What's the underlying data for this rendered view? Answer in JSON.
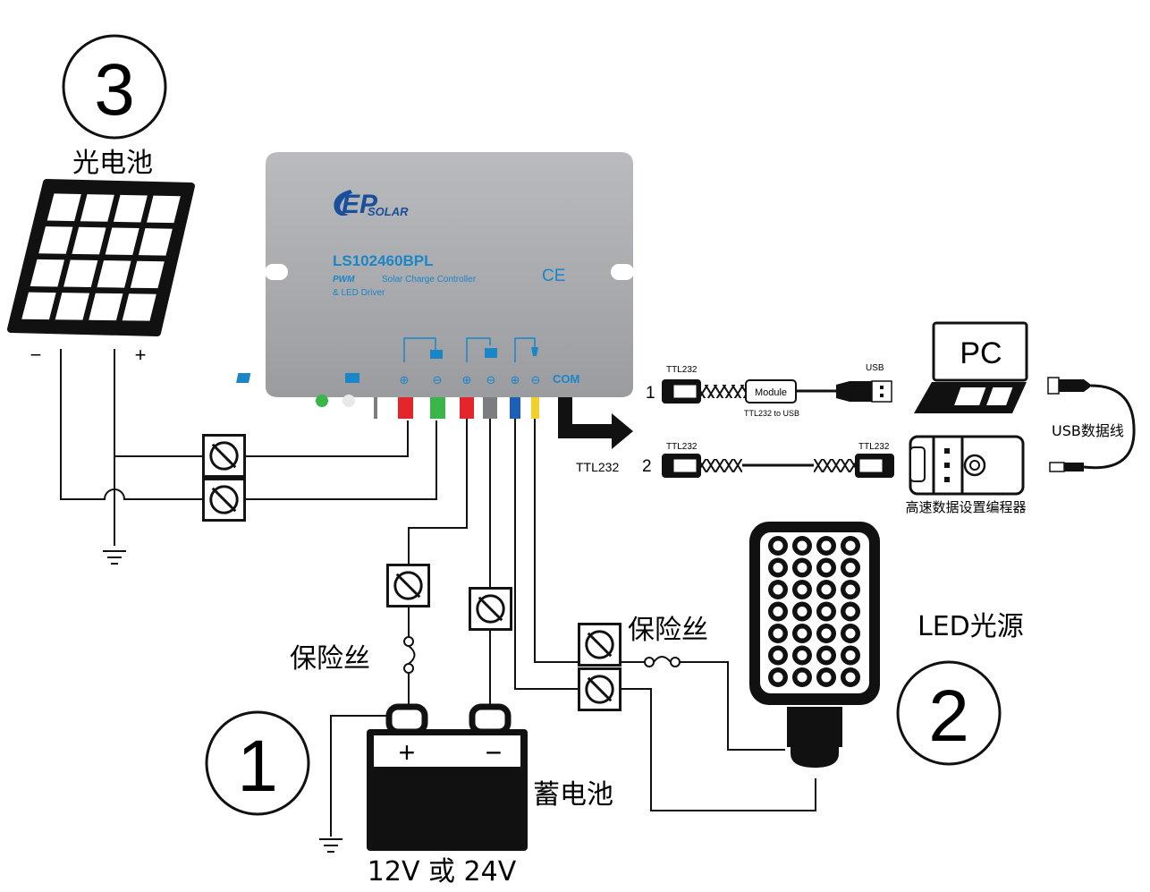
{
  "labels": {
    "step3": "3",
    "step1": "1",
    "step2": "2",
    "solar_panel": "光电池",
    "minus": "−",
    "plus": "+",
    "fuse_battery": "保险丝",
    "fuse_led": "保险丝",
    "battery": "蓄电池",
    "battery_voltage": "12V 或 24V",
    "battery_plus": "+",
    "battery_minus": "−",
    "led_source": "LED光源",
    "pc": "PC",
    "usb_cable": "USB数据线",
    "programmer": "高速数据设置编程器"
  },
  "controller": {
    "brand": "SOLAR",
    "model": "LS102460BPL",
    "desc_pwm": "PWM",
    "desc_line1": "Solar Charge Controller",
    "desc_line2": "& LED Driver",
    "ce_mark": "CE",
    "com": "COM",
    "terminal_plus": "⊕",
    "terminal_minus": "⊖"
  },
  "cables": {
    "ttl_side": "TTL232",
    "ttl232_a": "TTL232",
    "usb": "USB",
    "module": "Module",
    "module_sub": "TTL232 to USB",
    "ttl232_b": "TTL232",
    "ttl232_c": "TTL232",
    "option1": "1",
    "option2": "2"
  },
  "colors": {
    "controller_body": "#a8aaad",
    "accent_blue": "#1a86c8",
    "wire_red": "#e3262c",
    "wire_green": "#39b54a",
    "wire_blue": "#1d5fb5",
    "wire_yellow": "#f2d02b",
    "wire_gray": "#7b7d80"
  }
}
